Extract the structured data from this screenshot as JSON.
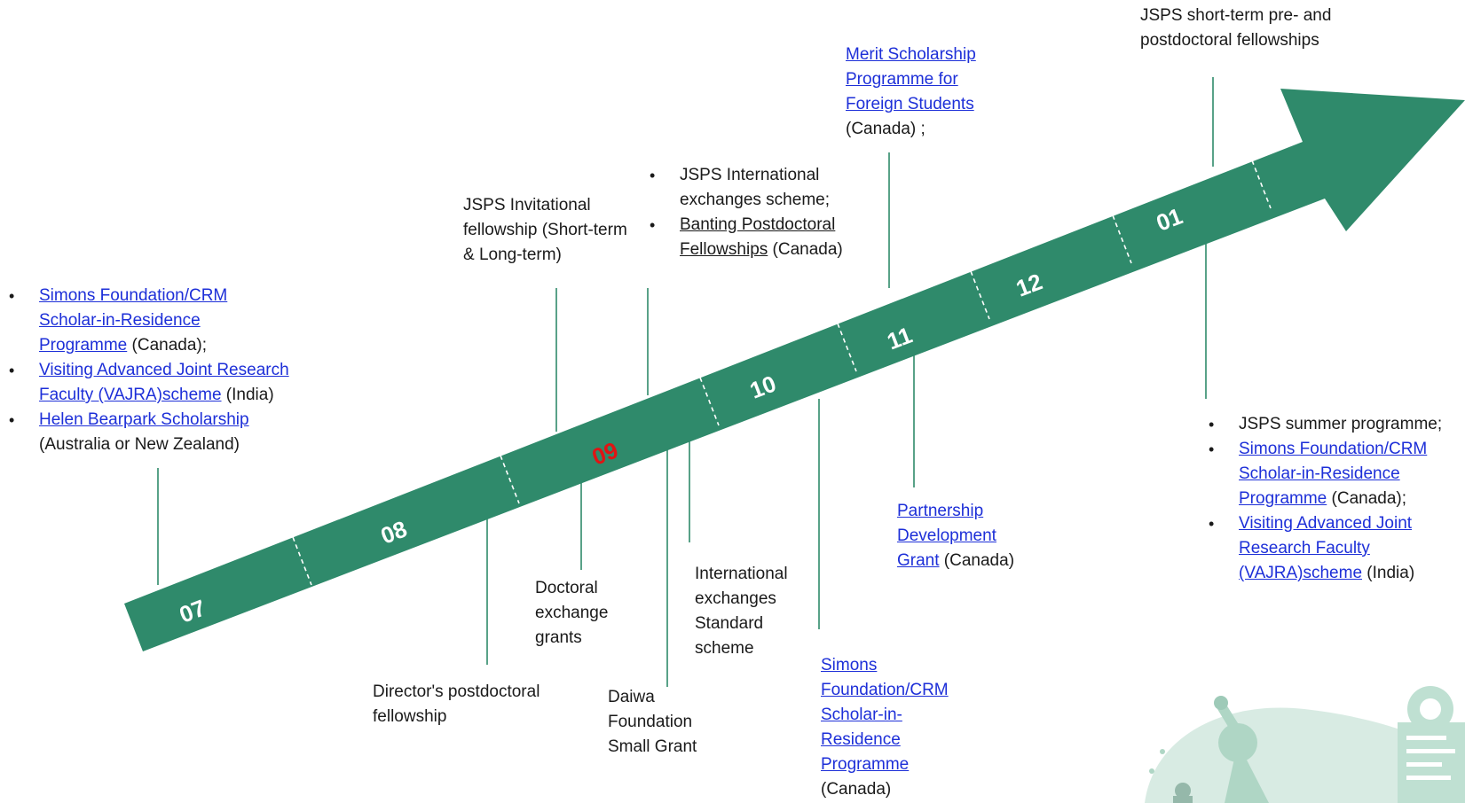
{
  "colors": {
    "arrow": "#2f8a6b",
    "link": "#1d2fd8",
    "highlight": "#e01414",
    "leader": "#2f8a6b"
  },
  "months": [
    "07",
    "08",
    "09",
    "10",
    "11",
    "12",
    "01"
  ],
  "highlight_month": "09",
  "labels": {
    "m07_top": [
      {
        "link": "Simons Foundation/CRM Scholar-in-Residence Programme",
        "rest": " (Canada);"
      },
      {
        "link": "Visiting Advanced Joint Research Faculty (VAJRA)scheme",
        "rest": " (India)"
      },
      {
        "link": "Helen Bearpark Scholarship",
        "rest": " (Australia or New Zealand)"
      }
    ],
    "m08_bottom": "Director's postdoctoral fellowship",
    "m09_top": "JSPS Invitational fellowship (Short-term & Long-term)",
    "m09_bottom": "Doctoral exchange grants",
    "m09_bottom2": "Daiwa Foundation Small Grant",
    "m10_top": [
      {
        "text": "JSPS International exchanges scheme;"
      },
      {
        "link": "Banting Postdoctoral Fellowships",
        "rest": " (Canada)"
      }
    ],
    "m10_bottom": "International exchanges Standard scheme",
    "m10_bottom2": {
      "link": "Simons Foundation/CRM Scholar-in-Residence Programme",
      "rest": "(Canada)"
    },
    "m11_top": {
      "link": "Merit Scholarship Programme for Foreign Students",
      "rest": "(Canada) ;"
    },
    "m11_bottom": {
      "link": "Partnership Development Grant",
      "rest": " (Canada)"
    },
    "m01_top": "JSPS short-term pre- and postdoctoral fellowships",
    "m01_bottom": [
      {
        "text": "JSPS summer programme;"
      },
      {
        "link": "Simons Foundation/CRM Scholar-in-Residence Programme",
        "rest": " (Canada);"
      },
      {
        "link": "Visiting Advanced Joint Research Faculty (VAJRA)scheme",
        "rest": " (India)"
      }
    ]
  }
}
